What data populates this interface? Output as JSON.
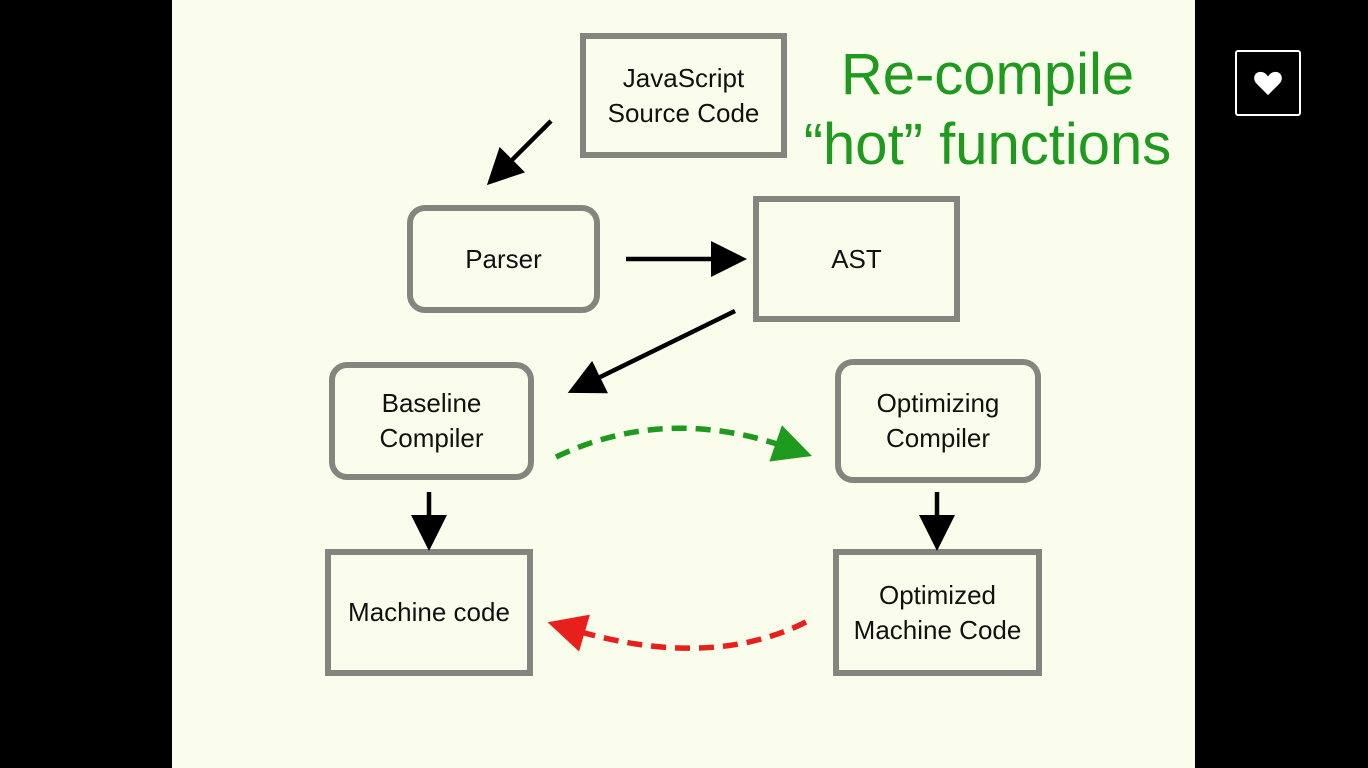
{
  "headline": "Re-compile\n“hot” functions",
  "nodes": {
    "source": "JavaScript\nSource Code",
    "parser": "Parser",
    "ast": "AST",
    "baseline": "Baseline\nCompiler",
    "optimizing": "Optimizing\nCompiler",
    "machine_code": "Machine code",
    "optimized_code": "Optimized\nMachine Code"
  },
  "colors": {
    "slide_background": "#fbfdec",
    "box_border": "#858580",
    "headline": "#1e9a1e",
    "optimize_arrow": "#1e9a1e",
    "deoptimize_arrow": "#e8201b",
    "arrow": "#000000"
  },
  "like_button": {
    "icon": "heart-icon"
  }
}
